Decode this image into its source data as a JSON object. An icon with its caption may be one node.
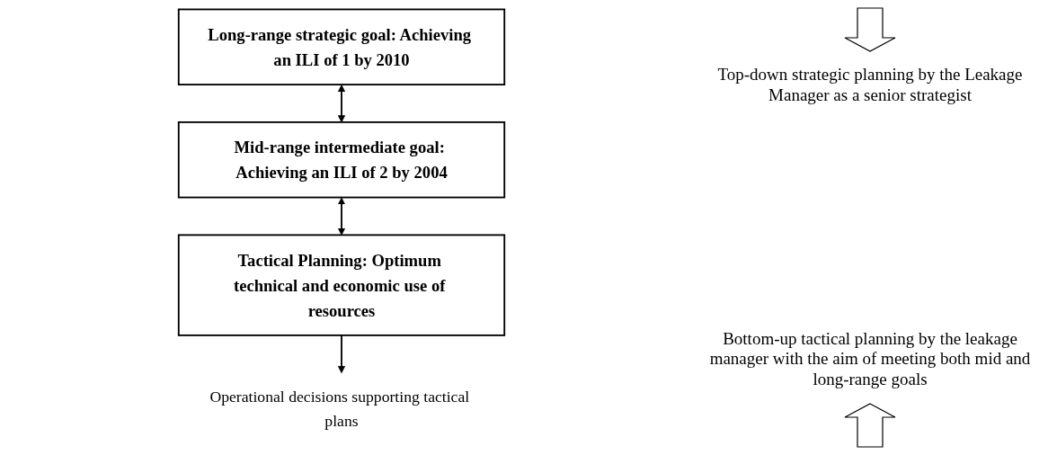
{
  "diagram": {
    "nodes": [
      {
        "text": [
          "Long-range strategic goal: Achieving an ILI of 1 by 2010"
        ]
      },
      {
        "text": [
          "Mid-range intermediate goal: Achieving an ILI of 2 by 2004"
        ]
      },
      {
        "text": [
          "Tactical Planning: Optimum technical and economic use of resources"
        ]
      },
      {
        "text": [
          "Operational decisions supporting tactical plans"
        ]
      }
    ],
    "edges": [
      {
        "from": 0,
        "to": 1,
        "arrow": "both"
      },
      {
        "from": 1,
        "to": 2,
        "arrow": "both"
      },
      {
        "from": 2,
        "to": 3,
        "arrow": "to"
      }
    ],
    "labels": [
      "Top-down strategic planning by the Leakage Manager as a senior strategist",
      "Bottom-up tactical planning by the leakage manager with the aim of meeting both mid and long-range goals"
    ]
  }
}
